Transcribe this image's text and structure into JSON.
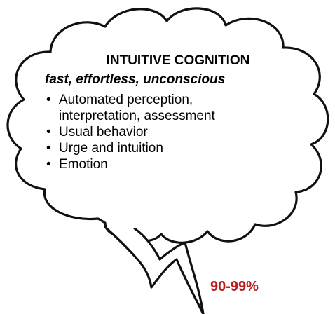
{
  "bubble": {
    "title": "INTUITIVE COGNITION",
    "subtitle": "fast, effortless, unconscious",
    "items": [
      {
        "bullet": "•",
        "text": "Automated perception,"
      },
      {
        "bullet": "",
        "text": "interpretation, assessment"
      },
      {
        "bullet": "•",
        "text": "Usual behavior"
      },
      {
        "bullet": "•",
        "text": "Urge and intuition"
      },
      {
        "bullet": "•",
        "text": "Emotion"
      }
    ]
  },
  "percentage": {
    "text": "90-99%",
    "color": "#b81c1c"
  },
  "colors": {
    "outline": "#111111",
    "fill": "#ffffff",
    "text": "#000000"
  }
}
